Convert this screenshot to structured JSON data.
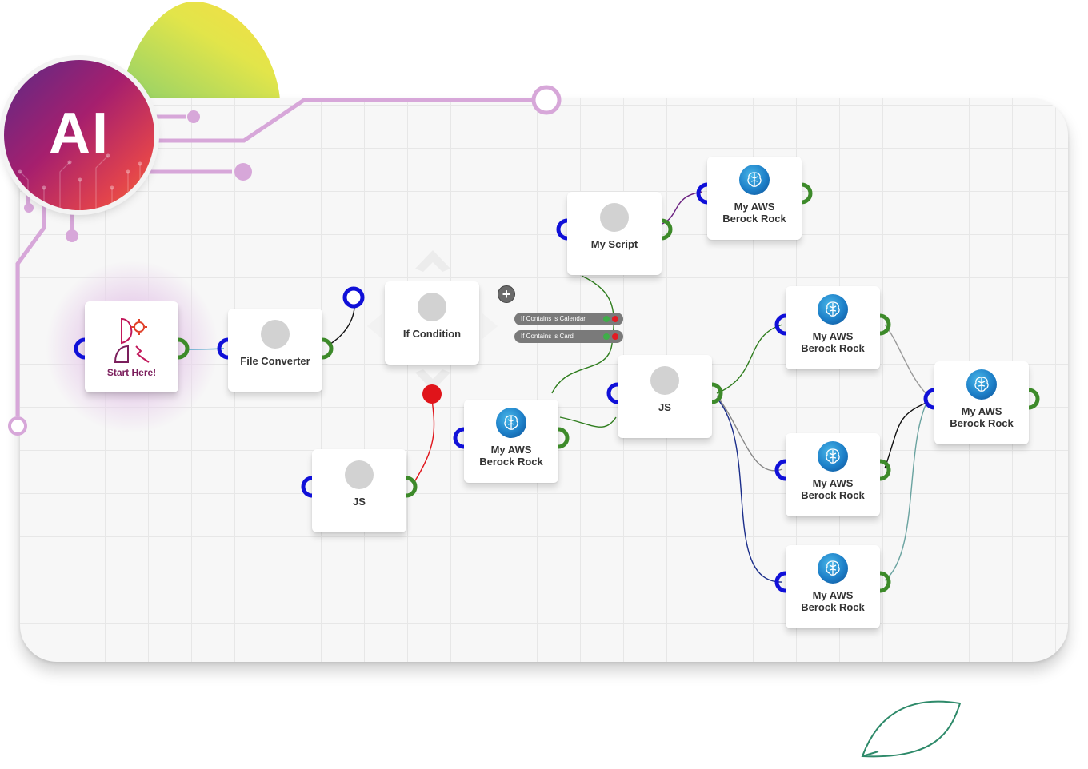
{
  "badge": {
    "text": "AI"
  },
  "nodes": {
    "start": {
      "label": "Start Here!"
    },
    "file_converter": {
      "label": "File Converter"
    },
    "if_condition": {
      "label": "If Condition"
    },
    "js_lower": {
      "label": "JS"
    },
    "my_script": {
      "label": "My Script"
    },
    "aws_top": {
      "label": "My AWS\nBerock Rock"
    },
    "aws_middle": {
      "label": "My AWS\nBerock Rock"
    },
    "js_center": {
      "label": "JS"
    },
    "aws_right_1": {
      "label": "My AWS\nBerock Rock"
    },
    "aws_right_2": {
      "label": "My AWS\nBerock Rock"
    },
    "aws_right_3": {
      "label": "My AWS\nBerock Rock"
    },
    "aws_far_right": {
      "label": "My AWS\nBerock Rock"
    }
  },
  "conditions": [
    {
      "label": "If Contains is Calendar"
    },
    {
      "label": "If Contains is Card"
    }
  ],
  "icons": {
    "add": "plus-icon",
    "brain": "brain-chip-icon",
    "start": "person-gear-icon"
  },
  "colors": {
    "input_port": "#1010d8",
    "output_port": "#3d8a2a",
    "error_port": "#e0141a",
    "circuit": "#d7a7d9"
  }
}
